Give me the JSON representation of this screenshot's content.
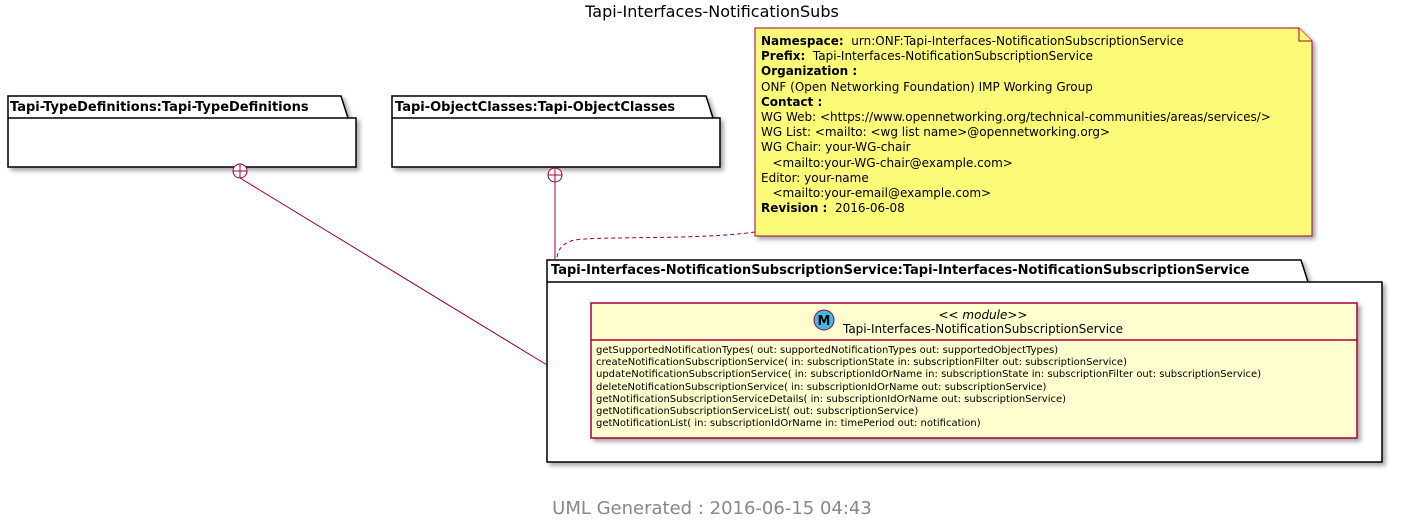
{
  "title": "Tapi-Interfaces-NotificationSubs",
  "packages": {
    "typedefs": "Tapi-TypeDefinitions:Tapi-TypeDefinitions",
    "objectclasses": "Tapi-ObjectClasses:Tapi-ObjectClasses",
    "service": "Tapi-Interfaces-NotificationSubscriptionService:Tapi-Interfaces-NotificationSubscriptionService"
  },
  "note": {
    "namespace_label": "Namespace:",
    "namespace_value": "  urn:ONF:Tapi-Interfaces-NotificationSubscriptionService",
    "prefix_label": "Prefix:",
    "prefix_value": "  Tapi-Interfaces-NotificationSubscriptionService",
    "organization_label": "Organization :",
    "organization_value": "ONF (Open Networking Foundation) IMP Working Group",
    "contact_label": "Contact :",
    "wg_web": "WG Web: <https://www.opennetworking.org/technical-communities/areas/services/>",
    "wg_list": "WG List: <mailto: <wg list name>@opennetworking.org>",
    "wg_chair": "WG Chair: your-WG-chair",
    "wg_chair_mail": "   <mailto:your-WG-chair@example.com>",
    "editor": "Editor: your-name",
    "editor_mail": "   <mailto:your-email@example.com>",
    "revision_label": "Revision :",
    "revision_value": "  2016-06-08"
  },
  "module": {
    "badge": "M",
    "stereotype": "<< module>>",
    "name": "Tapi-Interfaces-NotificationSubscriptionService",
    "methods": [
      "getSupportedNotificationTypes( out: supportedNotificationTypes out: supportedObjectTypes)",
      "createNotificationSubscriptionService( in: subscriptionState in: subscriptionFilter out: subscriptionService)",
      "updateNotificationSubscriptionService( in: subscriptionIdOrName in: subscriptionState in: subscriptionFilter out: subscriptionService)",
      "deleteNotificationSubscriptionService( in: subscriptionIdOrName out: subscriptionService)",
      "getNotificationSubscriptionServiceDetails( in: subscriptionIdOrName out: subscriptionService)",
      "getNotificationSubscriptionServiceList( out: subscriptionService)",
      "getNotificationList( in: subscriptionIdOrName in: timePeriod out: notification)"
    ]
  },
  "colors": {
    "border": "#A80036",
    "note_fill": "#FBFB77",
    "class_fill": "#FEFECE",
    "badge": "#3DB9E6"
  },
  "footer": "UML Generated : 2016-06-15 04:43"
}
